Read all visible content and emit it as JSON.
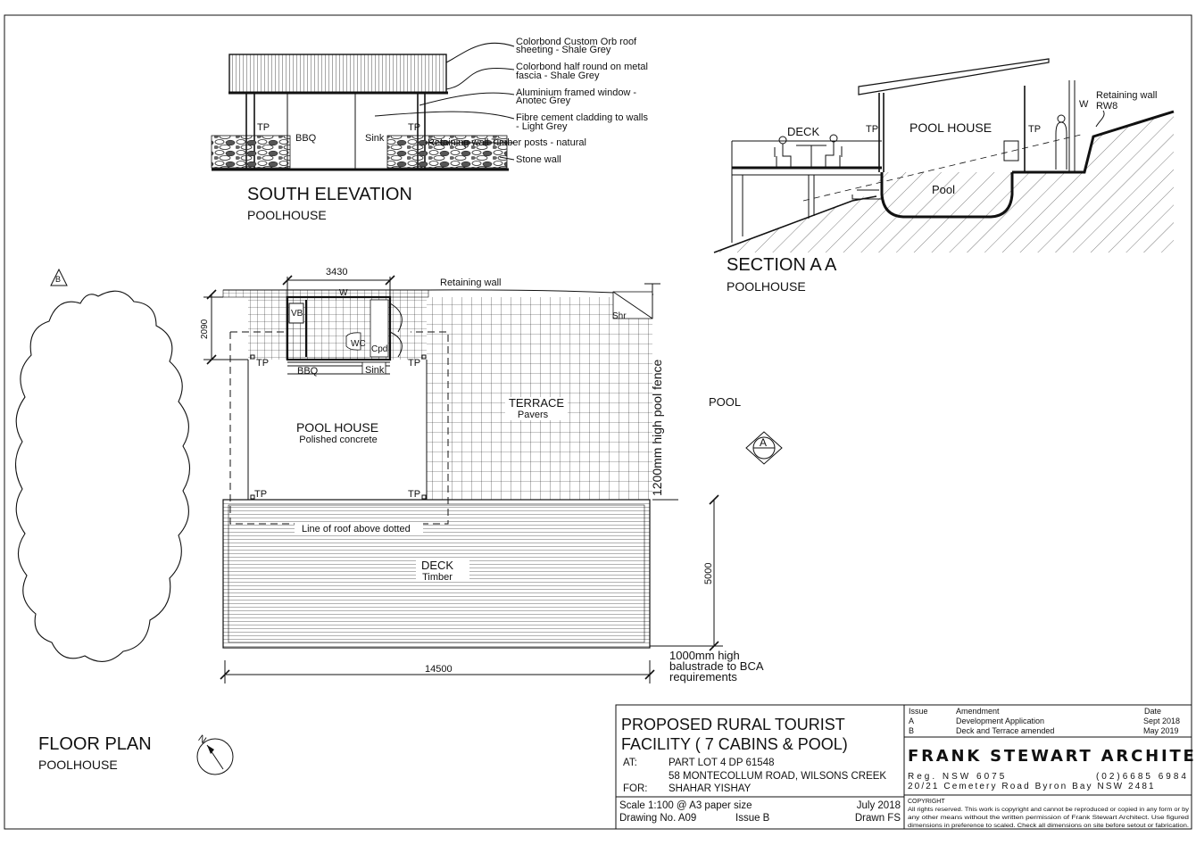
{
  "south_elevation": {
    "title": "SOUTH ELEVATION",
    "subtitle": "POOLHOUSE",
    "labels": {
      "tp_left": "TP",
      "bbq": "BBQ",
      "sink": "Sink",
      "tp_right": "TP"
    },
    "notes": [
      [
        "Colorbond  Custom  Orb  roof",
        "sheeting - Shale Grey"
      ],
      [
        "Colorbond half round on metal",
        "fascia - Shale  Grey"
      ],
      [
        "Aluminium  framed  window  -",
        "Anotec Grey"
      ],
      [
        "Fibre cement cladding to walls",
        "- Light Grey"
      ],
      [
        "Retaining wall    Timber posts - natural"
      ],
      [
        "Stone wall"
      ]
    ]
  },
  "section": {
    "title": "SECTION A A",
    "subtitle": "POOLHOUSE",
    "labels": {
      "deck": "DECK",
      "tp_left": "TP",
      "pool_house": "POOL HOUSE",
      "tp_right": "TP",
      "w": "W",
      "pool": "Pool",
      "retaining_wall": "Retaining wall",
      "rw": "RW8"
    }
  },
  "floor_plan": {
    "title": "FLOOR PLAN",
    "subtitle": "POOLHOUSE",
    "dims": {
      "top": "3430",
      "left": "2090",
      "bottom": "14500",
      "right": "5000"
    },
    "labels": {
      "retaining_wall": "Retaining wall",
      "w": "W",
      "vb": "VB",
      "wc": "WC",
      "cpd": "Cpd",
      "shr": "Shr",
      "bbq": "BBQ",
      "sink": "Sink",
      "tp1": "TP",
      "tp2": "TP",
      "tp3": "TP",
      "tp4": "TP",
      "pool_house": "POOL HOUSE",
      "pool_house_sub": "Polished concrete",
      "terrace": "TERRACE",
      "terrace_sub": "Pavers",
      "fence": "1200mm high pool fence",
      "pool": "POOL",
      "roof_line": "Line of roof above dotted",
      "deck": "DECK",
      "deck_sub": "Timber",
      "balustrade": [
        "1000mm high",
        "balustrade to BCA",
        "requirements"
      ],
      "marker_b": "B",
      "marker_a": "A",
      "north": "N"
    }
  },
  "title_block": {
    "project": [
      "PROPOSED RURAL TOURIST",
      "FACILITY  ( 7 CABINS & POOL)"
    ],
    "at_label": "AT:",
    "at_lines": [
      "PART LOT 4 DP 61548",
      "58 MONTECOLLUM ROAD, WILSONS CREEK"
    ],
    "for_label": "FOR:",
    "for_value": "SHAHAR YISHAY",
    "scale": "Scale 1:100 @ A3 paper size",
    "date": "July 2018",
    "drawing_no": "Drawing No. A09",
    "issue": "Issue  B",
    "drawn": "Drawn FS",
    "amend_headers": [
      "Issue",
      "Amendment",
      "Date"
    ],
    "amendments": [
      [
        "A",
        "Development Application",
        "Sept 2018"
      ],
      [
        "B",
        "Deck and Terrace amended",
        "May 2019"
      ]
    ],
    "firm": "FRANK  STEWART     ARCHITECT",
    "reg": "Reg.  NSW  6075",
    "phone": "(02)6685  6984",
    "address": "20/21  Cemetery  Road   Byron Bay   NSW   2481",
    "copyright_title": "COPYRIGHT",
    "copyright": [
      "All rights reserved. This work is copyright and cannot be reproduced or copied in any form or by",
      "any other means without the written permission of Frank Stewart Architect. Use figured",
      "dimensions in preference to scaled. Check all dimensions on site before setout or fabrication."
    ]
  }
}
